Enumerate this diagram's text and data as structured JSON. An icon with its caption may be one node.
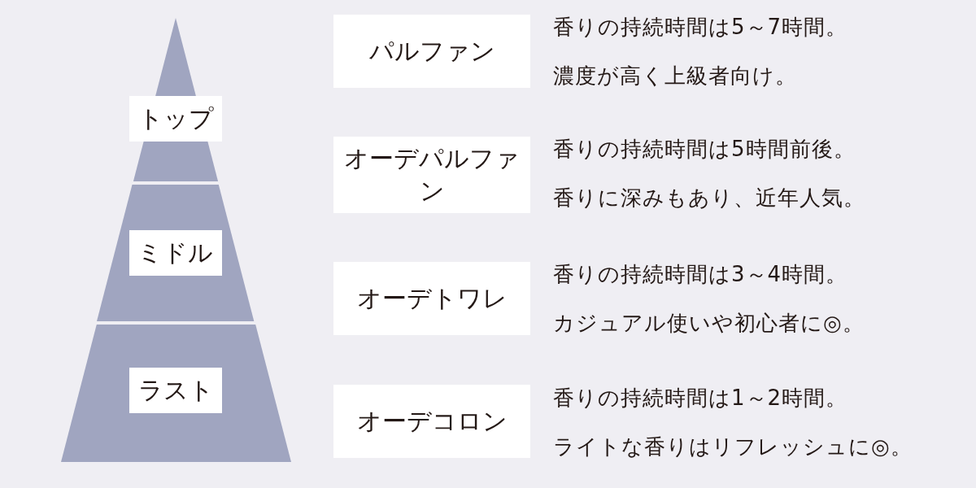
{
  "diagram": {
    "nodes": [
      {
        "text": [
          "トップ"
        ]
      },
      {
        "text": [
          "ミドル"
        ]
      },
      {
        "text": [
          "ラスト"
        ]
      },
      {
        "text": [
          "パルファン"
        ],
        "beside": [
          "香りの持続時間は5～7時間。",
          "濃度が高く上級者向け。"
        ]
      },
      {
        "text": [
          "オーデパルファン"
        ],
        "beside": [
          "香りの持続時間は5時間前後。",
          "香りに深みもあり、近年人気。"
        ]
      },
      {
        "text": [
          "オーデトワレ"
        ],
        "beside": [
          "香りの持続時間は3～4時間。",
          "カジュアル使いや初心者に◎。"
        ]
      },
      {
        "text": [
          "オーデコロン"
        ],
        "beside": [
          "香りの持続時間は1～2時間。",
          "ライトな香りはリフレッシュに◎。"
        ]
      }
    ]
  }
}
